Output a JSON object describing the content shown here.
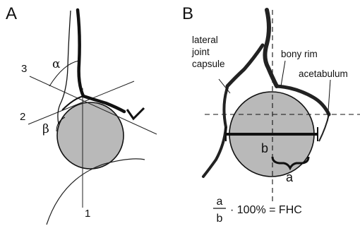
{
  "panel_a": {
    "label": "A",
    "lines": {
      "one": "1",
      "two": "2",
      "three": "3"
    },
    "angles": {
      "alpha": "α",
      "beta": "β"
    }
  },
  "panel_b": {
    "label": "B",
    "labels": {
      "lateral_joint_capsule": [
        "lateral",
        "joint",
        "capsule"
      ],
      "bony_rim": "bony rim",
      "acetabulum": "acetabulum",
      "b": "b",
      "a": "a"
    },
    "formula": {
      "numerator": "a",
      "denominator": "b",
      "rhs": "· 100% = FHC"
    }
  },
  "colors": {
    "femoral_head_fill": "#b9b9b9",
    "outline": "#111111"
  }
}
